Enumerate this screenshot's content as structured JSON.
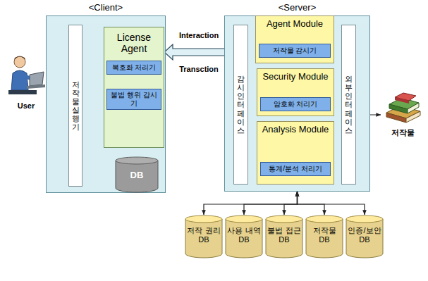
{
  "diagram": {
    "nodes": [
      {
        "text": [
          "User"
        ]
      },
      {
        "text": [
          "<Client>"
        ]
      },
      {
        "text": [
          "저작물 실행기"
        ],
        "in": 1
      },
      {
        "text": [
          "License Agent"
        ],
        "in": 1
      },
      {
        "text": [
          "복호화 처리기"
        ],
        "in": 3
      },
      {
        "text": [
          "불법 행위 감시기"
        ],
        "in": 3
      },
      {
        "text": [
          "DB"
        ],
        "in": 1
      },
      {
        "text": [
          "<Server>"
        ]
      },
      {
        "text": [
          "감시 인터페이스"
        ],
        "in": 7
      },
      {
        "text": [
          "Agent Module"
        ],
        "in": 7
      },
      {
        "text": [
          "저작물 감시기"
        ],
        "in": 9
      },
      {
        "text": [
          "Security Module"
        ],
        "in": 7
      },
      {
        "text": [
          "암호화 처리기"
        ],
        "in": 11
      },
      {
        "text": [
          "Analysis Module"
        ],
        "in": 7
      },
      {
        "text": [
          "통계/분석 처리기"
        ],
        "in": 13
      },
      {
        "text": [
          "외부 인터페이스"
        ],
        "in": 7
      },
      {
        "text": [
          "저작물"
        ]
      },
      {
        "text": [
          "저작 권리 DB"
        ]
      },
      {
        "text": [
          "사용 내역 DB"
        ]
      },
      {
        "text": [
          "불법 접근 DB"
        ]
      },
      {
        "text": [
          "저작물 DB"
        ]
      },
      {
        "text": [
          "인증/보안 DB"
        ]
      }
    ],
    "edges": [
      {
        "from": 0,
        "to": 2,
        "arrow": "both"
      },
      {
        "from": 3,
        "to": 6,
        "arrow": "both"
      },
      {
        "from": 3,
        "to": 8,
        "label": "Interaction",
        "arrow": "both"
      },
      {
        "from": 8,
        "to": 9,
        "arrow": "both"
      },
      {
        "from": 9,
        "to": 15,
        "arrow": "both"
      },
      {
        "from": 9,
        "to": 11,
        "arrow": "none"
      },
      {
        "from": 11,
        "to": 13,
        "arrow": "none"
      },
      {
        "from": 15,
        "to": 16,
        "arrow": "both"
      },
      {
        "from": 7,
        "to": 17,
        "arrow": "both"
      },
      {
        "from": 7,
        "to": 18,
        "arrow": "both"
      },
      {
        "from": 7,
        "to": 19,
        "arrow": "both"
      },
      {
        "from": 7,
        "to": 20,
        "arrow": "both"
      },
      {
        "from": 7,
        "to": 21,
        "arrow": "both"
      }
    ],
    "labels": [
      "Transction"
    ]
  }
}
